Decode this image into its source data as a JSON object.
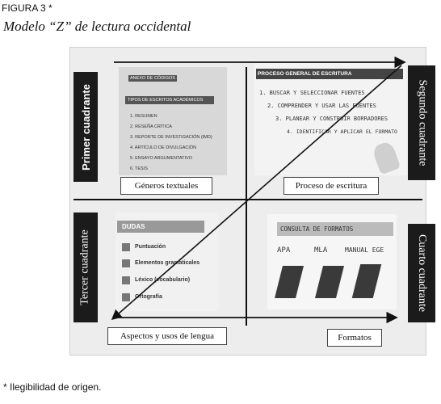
{
  "figure_label": "FIGURA 3 *",
  "figure_title": "Modelo “Z” de lectura occidental",
  "quadrants": {
    "q1": {
      "label": "Primer cuadrante",
      "caption": "Géneros textuales",
      "card_title": "ANEXO DE CÓDIGOS",
      "card_subtitle": "TIPOS DE ESCRITOS ACADÉMICOS",
      "items": [
        "1. RESUMEN",
        "2. RESEÑA CRÍTICA",
        "3. REPORTE DE INVESTIGACIÓN (IMD)",
        "4. ARTÍCULO DE DIVULGACIÓN",
        "5. ENSAYO ARGUMENTATIVO",
        "6. TESIS"
      ]
    },
    "q2": {
      "label": "Segundo cuadrante",
      "caption": "Proceso de escritura",
      "card_title": "PROCESO GENERAL DE ESCRITURA",
      "items": [
        "1. BUSCAR Y SELECCIONAR FUENTES",
        "2. COMPRENDER Y USAR LAS FUENTES",
        "3. PLANEAR Y CONSTRUIR BORRADORES",
        "4. IDENTIFICAR Y APLICAR EL FORMATO"
      ]
    },
    "q3": {
      "label": "Tercer cuadrante",
      "caption": "Aspectos y usos de lengua",
      "card_title": "DUDAS",
      "items": [
        "Puntuación",
        "Elementos gramaticales",
        "Léxico (vocabulario)",
        "Ortografía"
      ]
    },
    "q4": {
      "label": "Cuarto cuadrante",
      "caption": "Formatos",
      "card_title": "CONSULTA DE FORMATOS",
      "items": [
        "APA",
        "MLA",
        "MANUAL EGE"
      ]
    }
  },
  "footnote": "* Ilegibilidad de origen."
}
